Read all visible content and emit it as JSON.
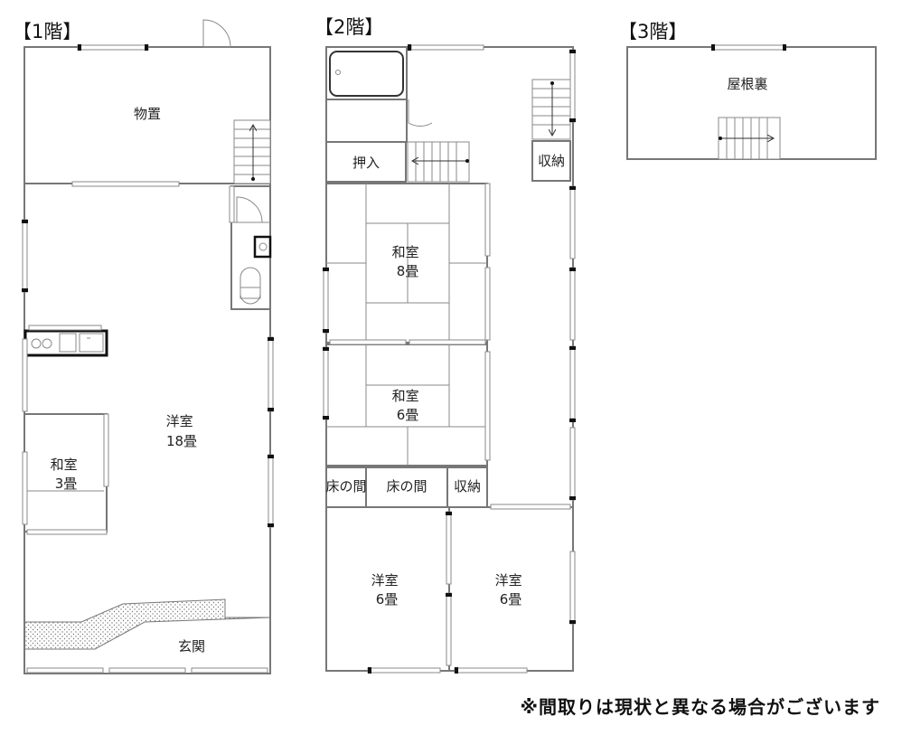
{
  "floors": [
    {
      "title": "【1階】",
      "rooms": [
        "物置",
        "洋室\n18畳",
        "和室\n3畳",
        "玄関"
      ]
    },
    {
      "title": "【2階】",
      "rooms": [
        "押入",
        "収納",
        "和室\n8畳",
        "和室\n6畳",
        "床の間",
        "床の間",
        "収納",
        "洋室\n6畳",
        "洋室\n6畳"
      ]
    },
    {
      "title": "【3階】",
      "rooms": [
        "屋根裏"
      ]
    }
  ],
  "disclaimer": "※間取りは現状と異なる場合がございます"
}
